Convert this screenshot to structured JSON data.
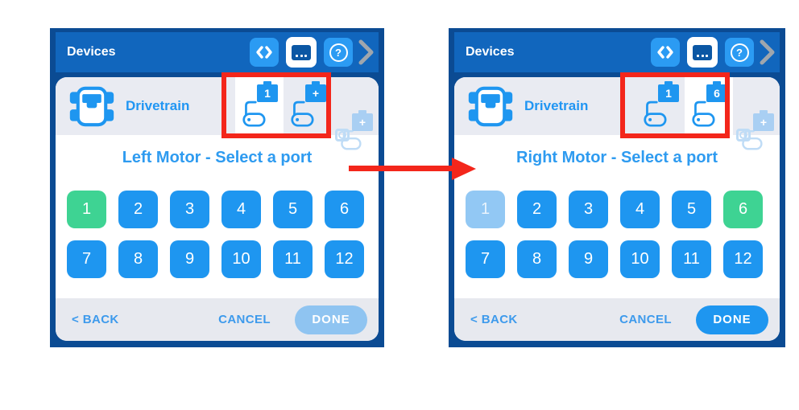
{
  "colors": {
    "frame_navy": "#0B4B93",
    "header_blue": "#1166BD",
    "icon_blue": "#2B9BF3",
    "port_blue": "#1E96F0",
    "port_selected_green": "#3ED393",
    "port_disabled_blue": "#92C8F4",
    "row_gray": "#E9EBF2",
    "footer_gray": "#E7E9EF",
    "text_blue": "#2E9BF0",
    "annotation_red": "#F3261B",
    "done_disabled_blue": "#8FC4F1"
  },
  "panels": [
    {
      "header": {
        "title": "Devices",
        "help_glyph": "?",
        "icons": [
          "code-icon",
          "brain-icon",
          "help-icon",
          "chevron-right-icon"
        ]
      },
      "device": {
        "label": "Drivetrain",
        "icon": "drivetrain-icon"
      },
      "motor_tabs": [
        {
          "badge": "1",
          "state": "active"
        },
        {
          "badge": "+",
          "state": "inactive"
        }
      ],
      "add_tab_badge": "+",
      "prompt": "Left Motor - Select a port",
      "ports": [
        {
          "label": "1",
          "state": "selected"
        },
        {
          "label": "2",
          "state": "normal"
        },
        {
          "label": "3",
          "state": "normal"
        },
        {
          "label": "4",
          "state": "normal"
        },
        {
          "label": "5",
          "state": "normal"
        },
        {
          "label": "6",
          "state": "normal"
        },
        {
          "label": "7",
          "state": "normal"
        },
        {
          "label": "8",
          "state": "normal"
        },
        {
          "label": "9",
          "state": "normal"
        },
        {
          "label": "10",
          "state": "normal"
        },
        {
          "label": "11",
          "state": "normal"
        },
        {
          "label": "12",
          "state": "normal"
        }
      ],
      "footer": {
        "back": "< BACK",
        "cancel": "CANCEL",
        "done": "DONE",
        "done_state": "disabled"
      }
    },
    {
      "header": {
        "title": "Devices",
        "help_glyph": "?",
        "icons": [
          "code-icon",
          "brain-icon",
          "help-icon",
          "chevron-right-icon"
        ]
      },
      "device": {
        "label": "Drivetrain",
        "icon": "drivetrain-icon"
      },
      "motor_tabs": [
        {
          "badge": "1",
          "state": "inactive"
        },
        {
          "badge": "6",
          "state": "active"
        }
      ],
      "add_tab_badge": "+",
      "prompt": "Right Motor - Select a port",
      "ports": [
        {
          "label": "1",
          "state": "disabled"
        },
        {
          "label": "2",
          "state": "normal"
        },
        {
          "label": "3",
          "state": "normal"
        },
        {
          "label": "4",
          "state": "normal"
        },
        {
          "label": "5",
          "state": "normal"
        },
        {
          "label": "6",
          "state": "selected"
        },
        {
          "label": "7",
          "state": "normal"
        },
        {
          "label": "8",
          "state": "normal"
        },
        {
          "label": "9",
          "state": "normal"
        },
        {
          "label": "10",
          "state": "normal"
        },
        {
          "label": "11",
          "state": "normal"
        },
        {
          "label": "12",
          "state": "normal"
        }
      ],
      "footer": {
        "back": "< BACK",
        "cancel": "CANCEL",
        "done": "DONE",
        "done_state": "enabled"
      }
    }
  ]
}
